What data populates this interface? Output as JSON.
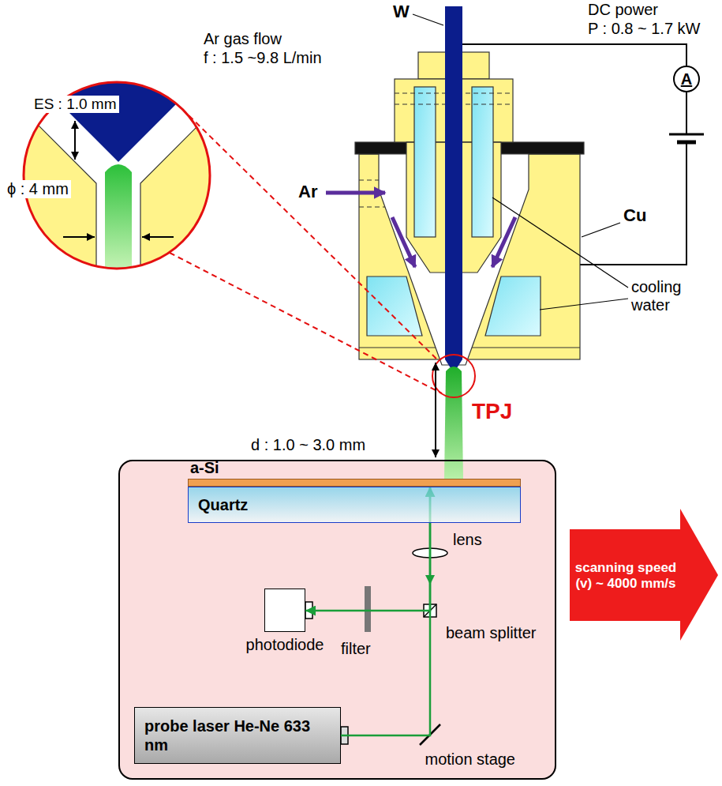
{
  "diagram": {
    "nodes": [
      {
        "text": [
          "A"
        ]
      },
      {
        "text": [
          "motion stage"
        ]
      },
      {
        "text": [
          "a-Si"
        ],
        "in": 1
      },
      {
        "text": [
          "Quartz"
        ],
        "in": 1
      },
      {
        "text": [
          "photodiode"
        ],
        "in": 1
      },
      {
        "text": [
          "probe laser He-Ne 633 nm"
        ],
        "in": 1
      },
      {
        "text": [
          "scanning speed (v) ~ 4000 mm/s"
        ]
      }
    ],
    "edges": [
      {
        "from": 5,
        "to": 2,
        "arrow": "to"
      },
      {
        "from": 2,
        "to": 4,
        "arrow": "to"
      }
    ],
    "labels": [
      "W",
      "DC power",
      "P : 0.8 ~ 1.7 kW",
      "Ar gas flow",
      "f : 1.5 ~9.8 L/min",
      "ES : 1.0 mm",
      "ϕ : 4 mm",
      "Ar",
      "Cu",
      "cooling water",
      "TPJ",
      "d : 1.0 ~ 3.0 mm",
      "lens",
      "beam splitter",
      "filter"
    ]
  }
}
